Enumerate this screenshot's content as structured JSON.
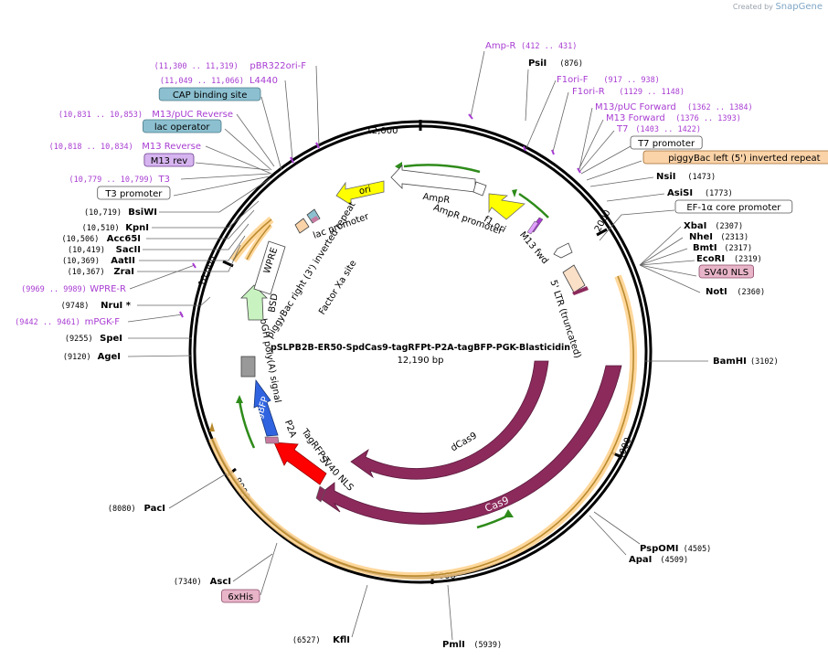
{
  "credit": {
    "created_by": "Created by",
    "brand": "SnapGene"
  },
  "plasmid": {
    "name": "pSLPB2B-ER50-SpdCas9-tagRFPt-P2A-tagBFP-PGK-Blasticidin",
    "size": "12,190 bp"
  },
  "ruler": [
    "2000",
    "4000",
    "6000",
    "8000",
    "10,000",
    "12,000"
  ],
  "colors": {
    "accent_purple": "#a83cd2",
    "cas9": "#8c2a5c",
    "tagrfp": "#ff0000",
    "tagbfp": "#2f63e0",
    "wpre": "#ffffff",
    "bsd": "#c8f2c0",
    "ori": "#ffff00",
    "ampr": "#ffffff"
  },
  "features": {
    "ori": "ori",
    "ampr": "AmpR",
    "ampr_promoter": "AmpR promoter",
    "f1_ori": "f1 ori",
    "m13_fwd": "M13 fwd",
    "five_ltr": "5' LTR (truncated)",
    "dcas9": "dCas9",
    "cas9": "Cas9",
    "sv40_nls": "SV40 NLS",
    "tagrfp": "TagRFP-T",
    "p2a": "P2A",
    "tagbfp": "TagBFP",
    "bgh": "bGH poly(A) signal",
    "bsd": "BSD",
    "wpre": "WPRE",
    "pb_right": "piggyBac right (3') inverted repeat",
    "lac_promoter": "lac promoter",
    "factor_xa": "Factor Xa site"
  },
  "left_labels": [
    {
      "pos": "(11,300 .. 11,319)",
      "name": "pBR322ori-F",
      "kind": "primer"
    },
    {
      "pos": "(11,049 .. 11,066)",
      "name": "L4440",
      "kind": "primer"
    },
    {
      "pos": "",
      "name": "CAP binding site",
      "kind": "box-teal"
    },
    {
      "pos": "(10,831 .. 10,853)",
      "name": "M13/pUC Reverse",
      "kind": "primer"
    },
    {
      "pos": "",
      "name": "lac operator",
      "kind": "box-teal"
    },
    {
      "pos": "(10,818 .. 10,834)",
      "name": "M13 Reverse",
      "kind": "primer"
    },
    {
      "pos": "",
      "name": "M13 rev",
      "kind": "box-purple"
    },
    {
      "pos": "(10,779 .. 10,799)",
      "name": "T3",
      "kind": "primer"
    },
    {
      "pos": "",
      "name": "T3 promoter",
      "kind": "box-white"
    },
    {
      "pos": "(10,719)",
      "name": "BsiWI",
      "kind": "enzyme"
    },
    {
      "pos": "(10,510)",
      "name": "KpnI",
      "kind": "enzyme"
    },
    {
      "pos": "(10,506)",
      "name": "Acc65I",
      "kind": "enzyme"
    },
    {
      "pos": "(10,419)",
      "name": "SacII",
      "kind": "enzyme"
    },
    {
      "pos": "(10,369)",
      "name": "AatII",
      "kind": "enzyme"
    },
    {
      "pos": "(10,367)",
      "name": "ZraI",
      "kind": "enzyme"
    },
    {
      "pos": "(9969 .. 9989)",
      "name": "WPRE-R",
      "kind": "primer"
    },
    {
      "pos": "(9748)",
      "name": "NruI *",
      "kind": "enzyme"
    },
    {
      "pos": "(9442 .. 9461)",
      "name": "mPGK-F",
      "kind": "primer"
    },
    {
      "pos": "(9255)",
      "name": "SpeI",
      "kind": "enzyme"
    },
    {
      "pos": "(9120)",
      "name": "AgeI",
      "kind": "enzyme"
    },
    {
      "pos": "(8080)",
      "name": "PacI",
      "kind": "enzyme"
    },
    {
      "pos": "(7340)",
      "name": "AscI",
      "kind": "enzyme"
    },
    {
      "pos": "",
      "name": "6xHis",
      "kind": "box-pink"
    },
    {
      "pos": "(6527)",
      "name": "KflI",
      "kind": "enzyme"
    }
  ],
  "right_labels": [
    {
      "pos": "(412 .. 431)",
      "name": "Amp-R",
      "kind": "primer"
    },
    {
      "pos": "(876)",
      "name": "PsiI",
      "kind": "enzyme"
    },
    {
      "pos": "(917 .. 938)",
      "name": "F1ori-F",
      "kind": "primer"
    },
    {
      "pos": "(1129 .. 1148)",
      "name": "F1ori-R",
      "kind": "primer"
    },
    {
      "pos": "(1362 .. 1384)",
      "name": "M13/pUC Forward",
      "kind": "primer"
    },
    {
      "pos": "(1376 .. 1393)",
      "name": "M13 Forward",
      "kind": "primer"
    },
    {
      "pos": "(1403 .. 1422)",
      "name": "T7",
      "kind": "primer"
    },
    {
      "pos": "",
      "name": "T7 promoter",
      "kind": "box-white"
    },
    {
      "pos": "",
      "name": "piggyBac left (5') inverted repeat",
      "kind": "box-orange"
    },
    {
      "pos": "(1473)",
      "name": "NsiI",
      "kind": "enzyme"
    },
    {
      "pos": "(1773)",
      "name": "AsiSI",
      "kind": "enzyme"
    },
    {
      "pos": "",
      "name": "EF-1α core promoter",
      "kind": "box-white"
    },
    {
      "pos": "(2307)",
      "name": "XbaI",
      "kind": "enzyme"
    },
    {
      "pos": "(2313)",
      "name": "NheI",
      "kind": "enzyme"
    },
    {
      "pos": "(2317)",
      "name": "BmtI",
      "kind": "enzyme"
    },
    {
      "pos": "(2319)",
      "name": "EcoRI",
      "kind": "enzyme"
    },
    {
      "pos": "",
      "name": "SV40 NLS",
      "kind": "box-pink"
    },
    {
      "pos": "(2360)",
      "name": "NotI",
      "kind": "enzyme"
    },
    {
      "pos": "(3102)",
      "name": "BamHI",
      "kind": "enzyme"
    },
    {
      "pos": "(4505)",
      "name": "PspOMI",
      "kind": "enzyme"
    },
    {
      "pos": "(4509)",
      "name": "ApaI",
      "kind": "enzyme"
    },
    {
      "pos": "(5939)",
      "name": "PmlI",
      "kind": "enzyme"
    }
  ]
}
